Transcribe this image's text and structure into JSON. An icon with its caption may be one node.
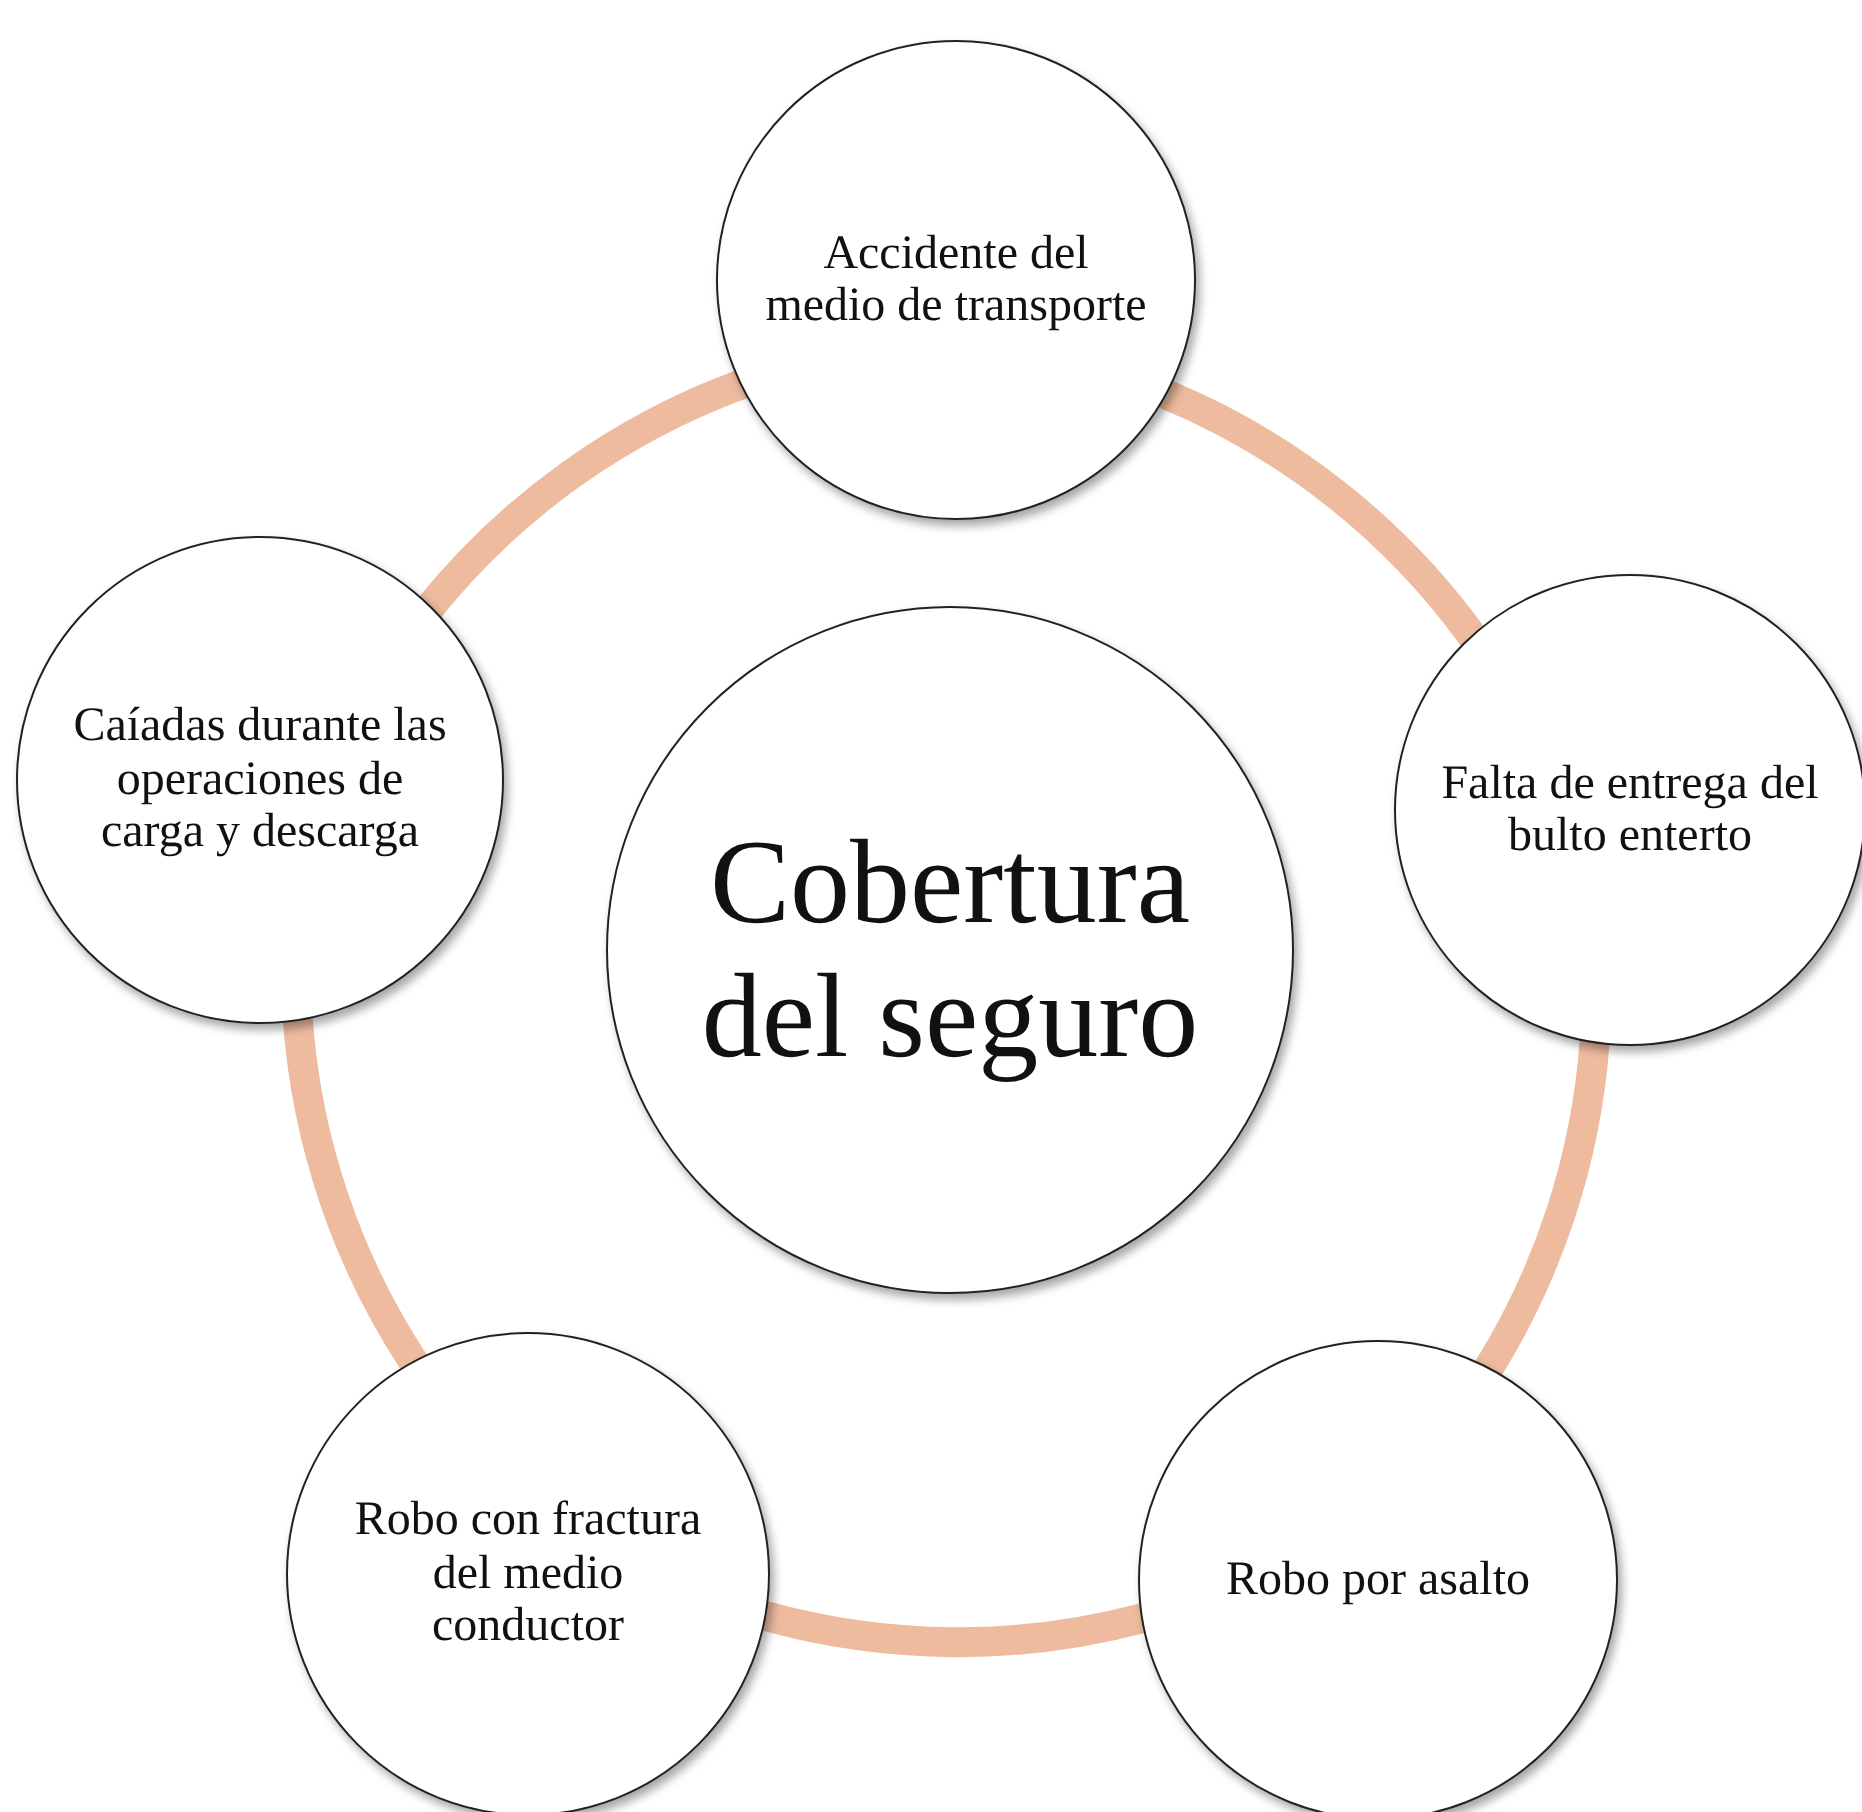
{
  "diagram": {
    "nodes": [
      {
        "text": [
          "Cobertura del seguro"
        ]
      },
      {
        "text": [
          "Accidente del medio de transporte"
        ]
      },
      {
        "text": [
          "Falta de entrega del bulto enterto"
        ]
      },
      {
        "text": [
          "Robo por asalto"
        ]
      },
      {
        "text": [
          "Robo con fractura del medio conductor"
        ]
      },
      {
        "text": [
          "Caíadas durante las operaciones de carga y descarga"
        ]
      }
    ],
    "edges": [
      {
        "from": 1,
        "to": 2,
        "arrow": "none"
      },
      {
        "from": 2,
        "to": 3,
        "arrow": "none"
      },
      {
        "from": 3,
        "to": 4,
        "arrow": "none"
      },
      {
        "from": 4,
        "to": 5,
        "arrow": "none"
      },
      {
        "from": 5,
        "to": 1,
        "arrow": "none"
      }
    ]
  }
}
